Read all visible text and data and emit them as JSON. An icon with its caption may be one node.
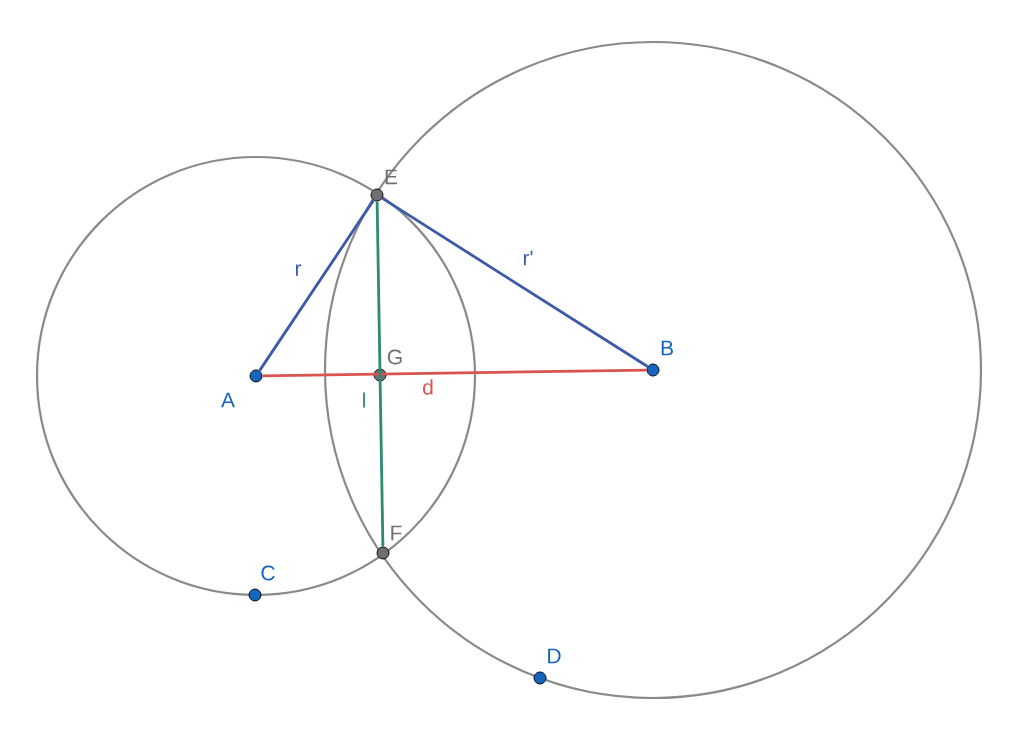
{
  "diagram": {
    "nodes": [
      {
        "text": [],
        "shape": "circle",
        "beside": [
          "A"
        ]
      },
      {
        "text": [],
        "shape": "circle",
        "beside": [
          "B"
        ]
      },
      {
        "text": [],
        "shape": "circle",
        "beside": [
          "C"
        ]
      },
      {
        "text": [],
        "shape": "circle",
        "beside": [
          "D"
        ]
      },
      {
        "text": [],
        "shape": "circle",
        "beside": [
          "E"
        ]
      },
      {
        "text": [],
        "shape": "circle",
        "beside": [
          "F"
        ]
      },
      {
        "text": [],
        "shape": "circle",
        "beside": [
          "G"
        ]
      }
    ],
    "edges": [
      {
        "from": 0,
        "to": 4,
        "arrow": "none",
        "label": "r",
        "color": "#3c5aa8"
      },
      {
        "from": 4,
        "to": 1,
        "arrow": "none",
        "label": "r'",
        "color": "#3c5aa8"
      },
      {
        "from": 0,
        "to": 1,
        "arrow": "none",
        "label": "d",
        "color": "#d9534f"
      },
      {
        "from": 4,
        "to": 5,
        "arrow": "none",
        "label": "l",
        "color": "#2e8b70"
      }
    ]
  }
}
